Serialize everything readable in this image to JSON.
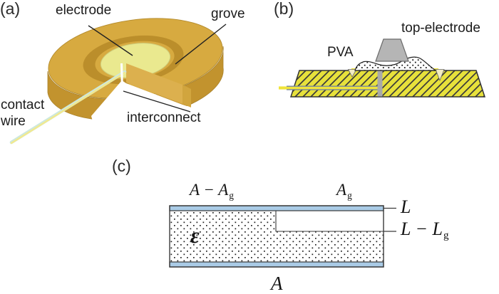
{
  "figure": {
    "background": "#ffffff",
    "panel_a": {
      "tag": "(a)",
      "electrode_label": "electrode",
      "grove_label": "grove",
      "contact_wire_label_line1": "contact",
      "contact_wire_label_line2": "wire",
      "interconnect_label": "interconnect",
      "colors": {
        "disc_top": "#d7aa40",
        "disc_side": "#c2932e",
        "groove_ring": "#bb8e2b",
        "electrode_pad": "#eae98f",
        "cut_face": "#dcb04e",
        "cut_face_rim": "#d1a53e",
        "contact_wire_core": "#f2e98e",
        "contact_wire_edge": "#cde8de",
        "interconnect": "#ffffff"
      }
    },
    "panel_b": {
      "tag": "(b)",
      "pva_label": "PVA",
      "top_electrode_label": "top-electrode",
      "colors": {
        "substrate": "#e7e13b",
        "hatch_line": "#3b3b3b",
        "top_electrode": "#b5b5b5",
        "interconnect_via": "#a9a9a9",
        "wire_core": "#f0e43a",
        "surface_layer": "#f0e43a",
        "groove_notch": "#f2ecc2",
        "pva_fill": "#ffffff"
      }
    },
    "panel_c": {
      "tag": "(c)",
      "label_area_minus_gap": {
        "main": "A − A",
        "sub": "g"
      },
      "label_gap_area": {
        "main": "A",
        "sub": "g"
      },
      "label_thickness": "L",
      "label_thickness_minus_gap": {
        "main": "L − L",
        "sub": "g"
      },
      "label_permittivity": "ε",
      "label_total_area": "A",
      "colors": {
        "electrode_plate": "#aacbe6",
        "outline": "#3a3a3a"
      }
    }
  }
}
